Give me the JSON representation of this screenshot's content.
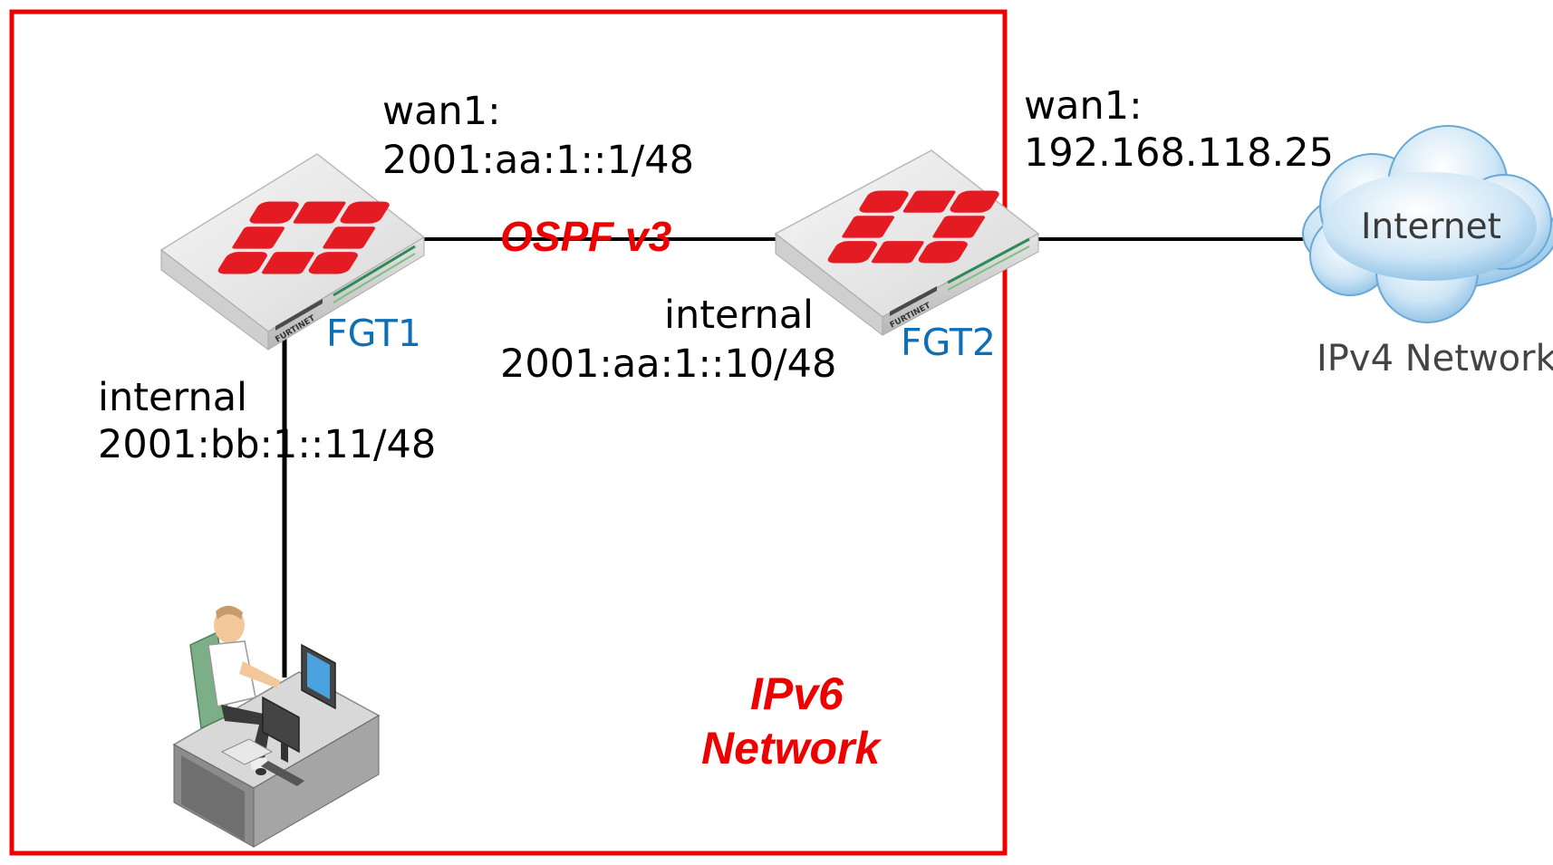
{
  "fgt1": {
    "name": "FGT1",
    "wan_label": "wan1:",
    "wan_ip": "2001:aa:1::1/48",
    "internal_label": "internal",
    "internal_ip": "2001:bb:1::11/48"
  },
  "fgt2": {
    "name": "FGT2",
    "internal_label": "internal",
    "internal_ip": "2001:aa:1::10/48",
    "wan_label": "wan1:",
    "wan_ip": "192.168.118.25"
  },
  "protocol_label": "OSPF v3",
  "ipv6_zone": {
    "line1": "IPv6",
    "line2": "Network"
  },
  "cloud": {
    "label": "Internet",
    "caption": "IPv4 Network"
  },
  "device_logo_text": "FURTINET",
  "colors": {
    "zone_border": "#ee0000",
    "accent_text": "#ee0000",
    "device_name": "#0f6fb5",
    "logo_red": "#e51b24"
  },
  "icons": {
    "firewall": "fortigate-appliance-icon",
    "workstation": "user-workstation-icon",
    "cloud": "internet-cloud-icon"
  }
}
